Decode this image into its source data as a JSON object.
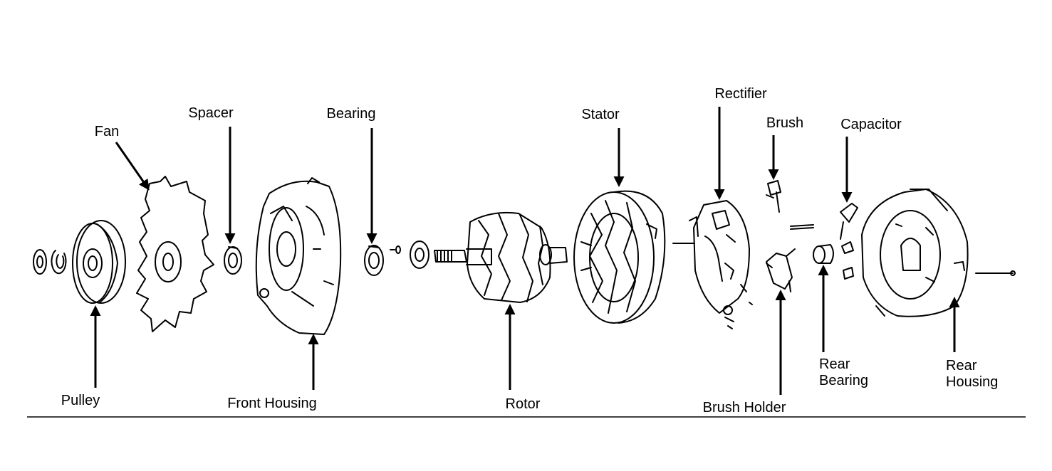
{
  "diagram": {
    "parts": {
      "fan": "Fan",
      "spacer": "Spacer",
      "bearing": "Bearing",
      "stator": "Stator",
      "rectifier": "Rectifier",
      "brush": "Brush",
      "capacitor": "Capacitor",
      "pulley": "Pulley",
      "front_housing": "Front Housing",
      "rotor": "Rotor",
      "brush_holder": "Brush Holder",
      "rear_bearing_line1": "Rear",
      "rear_bearing_line2": "Bearing",
      "rear_housing_line1": "Rear",
      "rear_housing_line2": "Housing"
    },
    "colors": {
      "ink": "#000000",
      "paper": "#ffffff"
    }
  }
}
